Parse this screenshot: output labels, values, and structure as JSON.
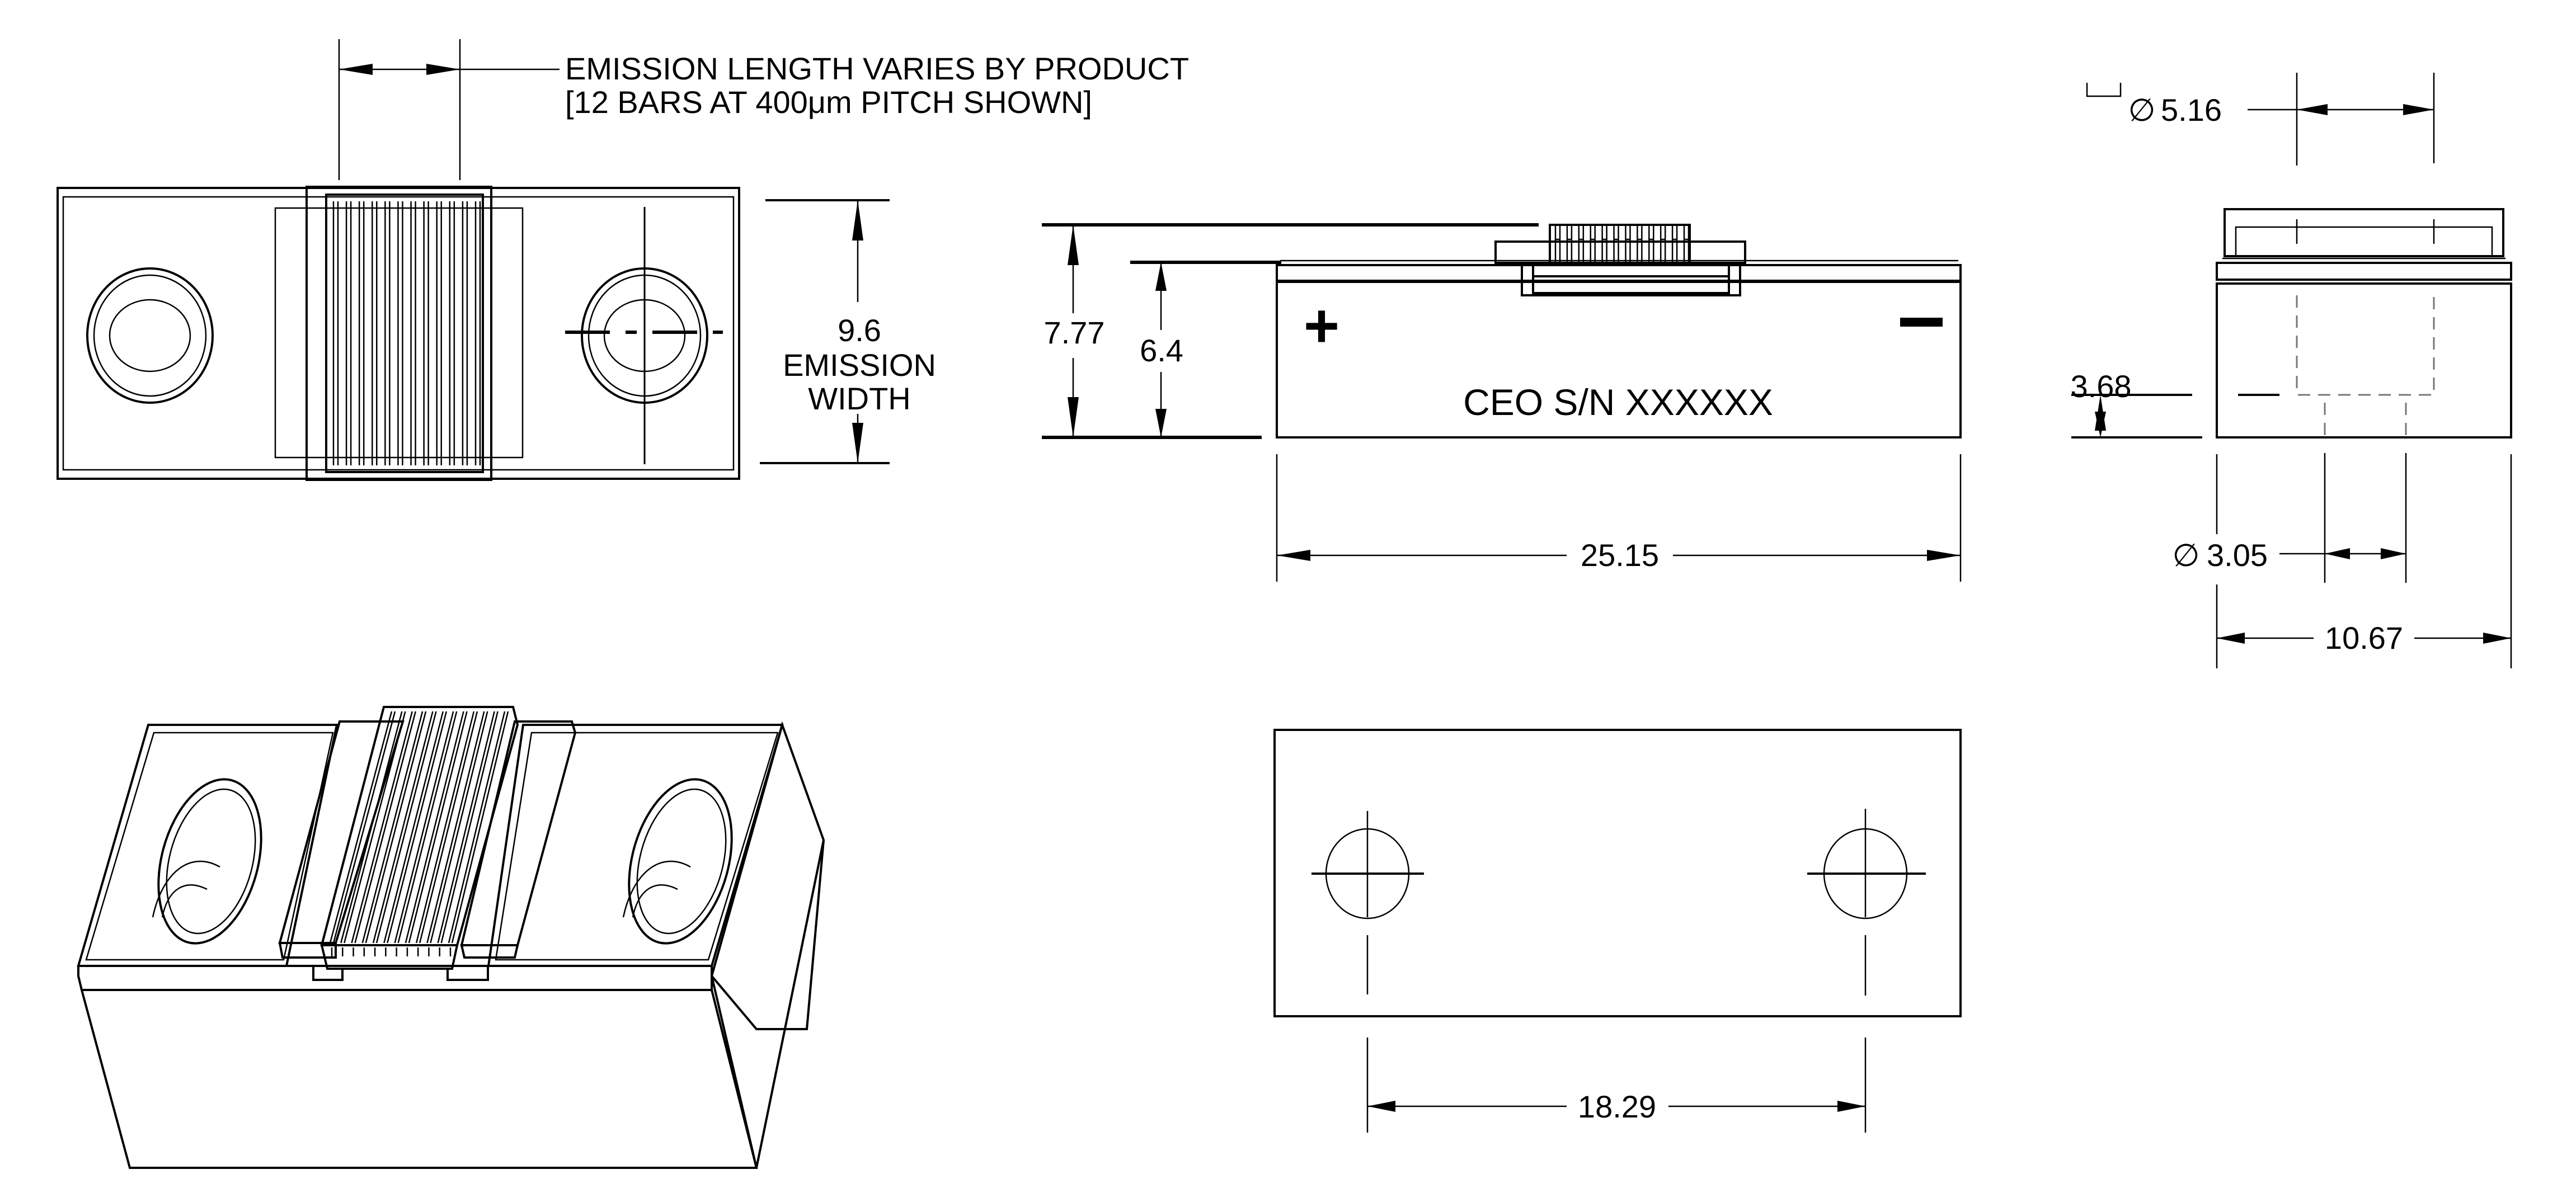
{
  "top_view": {
    "emission_note_line1": "EMISSION LENGTH VARIES BY PRODUCT",
    "emission_note_line2": "[12 BARS AT 400μm PITCH SHOWN]",
    "emission_width_value": "9.6",
    "emission_width_label1": "EMISSION",
    "emission_width_label2": "WIDTH",
    "bar_count": 12
  },
  "front_view": {
    "overall_height": "7.77",
    "body_height": "6.4",
    "length": "25.15",
    "plus_symbol": "+",
    "minus_symbol": "−",
    "label": "CEO S/N XXXXXX"
  },
  "side_view": {
    "counterbore_symbol": "⌴",
    "diameter_symbol": "∅",
    "counterbore_diameter": "5.16",
    "counterbore_depth": "3.68",
    "hole_diameter": "3.05",
    "width": "10.67"
  },
  "bottom_view": {
    "hole_spacing": "18.29"
  },
  "isometric_view": {
    "bar_count": 12
  }
}
